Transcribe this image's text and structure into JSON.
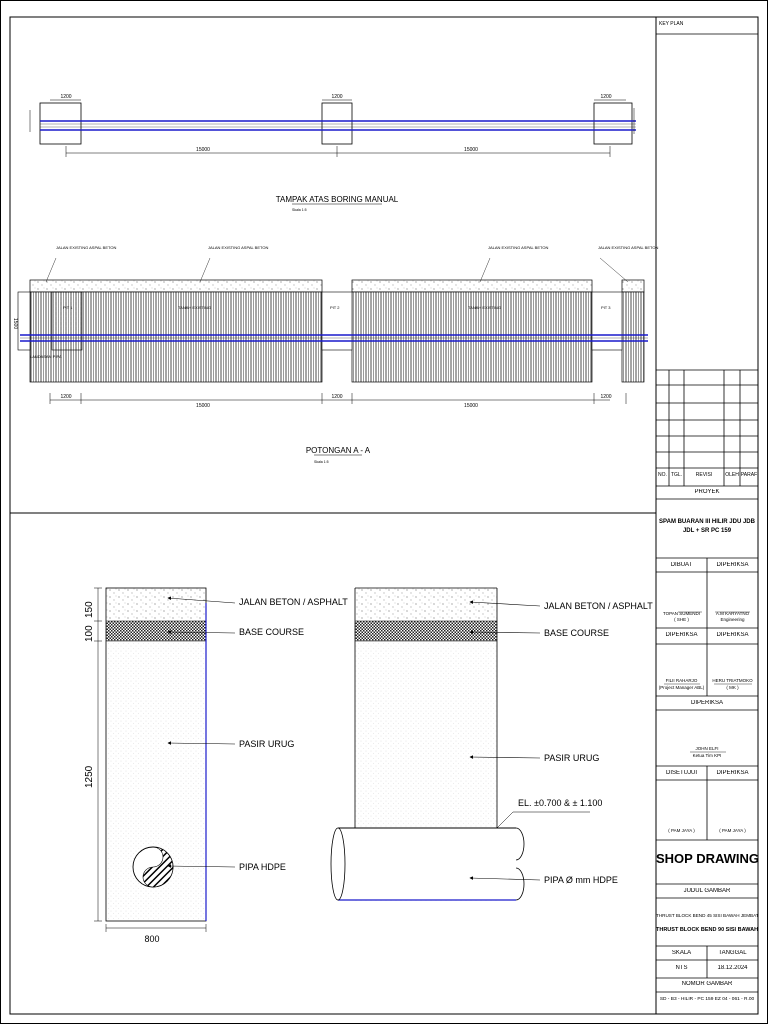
{
  "plan_view": {
    "title": "TAMPAK ATAS BORING MANUAL",
    "scale": "Skala 1:5",
    "dim_pit": "1200",
    "dim_span": "15000"
  },
  "section_view": {
    "title": "POTONGAN A - A",
    "scale": "Skala 1:5",
    "dim_height": "1500",
    "callouts": [
      "JALAN EXISTING ASPAL BETON",
      "JALAN EXISTING ASPAL BETON",
      "JALAN EXISTING ASPAL BETON",
      "JALAN EXISTING ASPAL BETON"
    ],
    "pit_labels": [
      "PIT 1",
      "PIT 2",
      "PIT 3"
    ],
    "soil_label": "TANAH EXISTING",
    "bottom_label": "LANDASAN PIPA"
  },
  "detail_left": {
    "dims_top": [
      "100",
      "150"
    ],
    "dim_height": "1250",
    "dim_width": "800",
    "labels": {
      "road": "JALAN BETON / ASPHALT",
      "base": "BASE COURSE",
      "sand": "PASIR URUG",
      "pipe": "PIPA HDPE"
    }
  },
  "detail_right": {
    "elevation": "EL. ±0.700 & ± 1.100",
    "labels": {
      "road": "JALAN BETON / ASPHALT",
      "base": "BASE COURSE",
      "sand": "PASIR URUG",
      "pipe": "PIPA Ø mm HDPE"
    }
  },
  "title_block": {
    "key_plan": "KEY PLAN",
    "revision_headers": [
      "NO.",
      "TGL.",
      "REVISI",
      "OLEH",
      "PARAF"
    ],
    "proyek_label": "PROYEK",
    "proyek_name": "SPAM BUARAN III HILIR JDU JDB JDL + SR PC 159",
    "dibuat": "DIBUAT",
    "diperiksa": "DIPERIKSA",
    "person1_name": "TOPAN SUMENDI",
    "person1_role": "( SHE )",
    "person2_name": "A.M KARYATNO",
    "person2_role": "Engineering",
    "person3_name": "FILII RAHARJO",
    "person3_role": "(Project Manager ABL)",
    "person4_name": "HERU TRIATMOKO",
    "person4_role": "( MK )",
    "person5_name": "JOHN ELFI",
    "person5_role": "Ketua Tim KPI",
    "disetujui": "DISETUJUI",
    "pam1": "( PAM JAYA )",
    "pam2": "( PAM JAYA )",
    "shop_drawing": "SHOP DRAWING",
    "judul_label": "JUDUL GAMBAR",
    "judul1": "THRUST BLOCK BEND 45 SISI BAWAH JEMBATAN",
    "judul2": "THRUST BLOCK BEND 90 SISI BAWAH",
    "skala_label": "SKALA",
    "tanggal_label": "TANGGAL",
    "skala": "NTS",
    "tanggal": "18.12.2024",
    "nomor_label": "NOMOR GAMBAR",
    "nomor": "SD - B3 - HILIR - PC 159 EZ 04 - 061 - R.00"
  },
  "colors": {
    "pipe": "#1a1acc",
    "line": "#000000"
  }
}
